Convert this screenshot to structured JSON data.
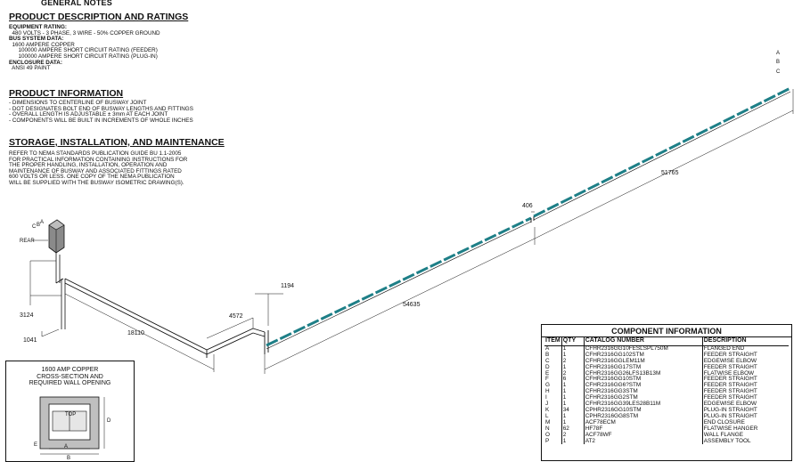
{
  "notes": {
    "title": "GENERAL NOTES",
    "sec1_title": "PRODUCT DESCRIPTION AND RATINGS",
    "equipment_rating_label": "EQUIPMENT RATING:",
    "equipment_rating": "480 VOLTS - 3 PHASE, 3 WIRE - 50% COPPER GROUND",
    "bus_system_label": "BUS SYSTEM DATA:",
    "bus_system_1": "1600 AMPERE COPPER",
    "bus_system_2": "100000 AMPERE SHORT CIRCUIT RATING (FEEDER)",
    "bus_system_3": "100000 AMPERE SHORT CIRCUIT RATING (PLUG-IN)",
    "enclosure_label": "ENCLOSURE DATA:",
    "enclosure": "ANSI 49 PAINT",
    "sec2_title": "PRODUCT INFORMATION",
    "info_1": "- DIMENSIONS TO CENTERLINE OF BUSWAY JOINT",
    "info_2": "- DOT DESIGNATES BOLT END OF BUSWAY LENGTHS AND FITTINGS",
    "info_3": "- OVERALL LENGTH IS ADJUSTABLE ± 3mm AT EACH JOINT",
    "info_4": "- COMPONENTS WILL BE BUILT IN INCREMENTS OF WHOLE INCHES",
    "sec3_title": "STORAGE, INSTALLATION, AND MAINTENANCE",
    "storage_1": "REFER TO NEMA STANDARDS PUBLICATION GUIDE BU 1.1-2005",
    "storage_2": "FOR PRACTICAL INFORMATION CONTAINING INSTRUCTIONS FOR",
    "storage_3": "THE PROPER HANDLING, INSTALLATION, OPERATION AND",
    "storage_4": "MAINTENANCE OF BUSWAY AND ASSOCIATED FITTINGS RATED",
    "storage_5": "600 VOLTS OR LESS. ONE COPY OF THE NEMA PUBLICATION",
    "storage_6": "WILL BE SUPPLIED WITH THE BUSWAY ISOMETRIC DRAWING(S)."
  },
  "dimensions": {
    "d3124": "3124",
    "d1041": "1041",
    "d18110": "18110",
    "d4572": "4572",
    "d1194": "1194",
    "d54635": "54635",
    "d406": "406",
    "d51765": "51765"
  },
  "labels": {
    "rear": "REAR",
    "phase_c": "C",
    "phase_b": "B",
    "phase_a": "A",
    "end_a": "A",
    "end_b": "B",
    "end_c": "C"
  },
  "cross_section": {
    "title_1": "1600 AMP COPPER",
    "title_2": "CROSS-SECTION AND",
    "title_3": "REQUIRED WALL OPENING",
    "top_label": "TOP",
    "dim_a": "A",
    "dim_b": "B",
    "dim_d": "D",
    "dim_e": "E"
  },
  "components": {
    "title": "COMPONENT INFORMATION",
    "headers": [
      "ITEM",
      "QTY",
      "CATALOG NUMBER",
      "DESCRIPTION"
    ],
    "rows": [
      [
        "A",
        "1",
        "CFHR2316GG10FESLSPL750M",
        "FLANGED END"
      ],
      [
        "B",
        "1",
        "CFHR2316GG102STM",
        "FEEDER STRAIGHT"
      ],
      [
        "C",
        "2",
        "CFHR2316GGLEM11M",
        "EDGEWISE ELBOW"
      ],
      [
        "D",
        "1",
        "CFHR2316GG17STM",
        "FEEDER STRAIGHT"
      ],
      [
        "E",
        "2",
        "CFHR2316GG26LFS13B13M",
        "FLATWISE ELBOW"
      ],
      [
        "F",
        "6",
        "CFHR2316GG10STM",
        "FEEDER STRAIGHT"
      ],
      [
        "G",
        "1",
        "CFHR2316GG6?STM",
        "FEEDER STRAIGHT"
      ],
      [
        "H",
        "1",
        "CFHR2316GG3STM",
        "FEEDER STRAIGHT"
      ],
      [
        "I",
        "1",
        "CFHR2316GG2STM",
        "FEEDER STRAIGHT"
      ],
      [
        "J",
        "1",
        "CFHR2316GG39LES28B11M",
        "EDGEWISE ELBOW"
      ],
      [
        "K",
        "34",
        "CPHR2316GG10STM",
        "PLUG-IN STRAIGHT"
      ],
      [
        "L",
        "1",
        "CPHR2316GG8STM",
        "PLUG-IN STRAIGHT"
      ],
      [
        "M",
        "1",
        "ACF78ECM",
        "END CLOSURE"
      ],
      [
        "N",
        "62",
        "HF78F",
        "FLATWISE HANGER"
      ],
      [
        "O",
        "2",
        "ACF78WF",
        "WALL FLANGE"
      ],
      [
        "P",
        "1",
        "AT2",
        "ASSEMBLY TOOL"
      ]
    ]
  },
  "colors": {
    "busway_plugin": "#1e7f87",
    "line": "#111111"
  }
}
